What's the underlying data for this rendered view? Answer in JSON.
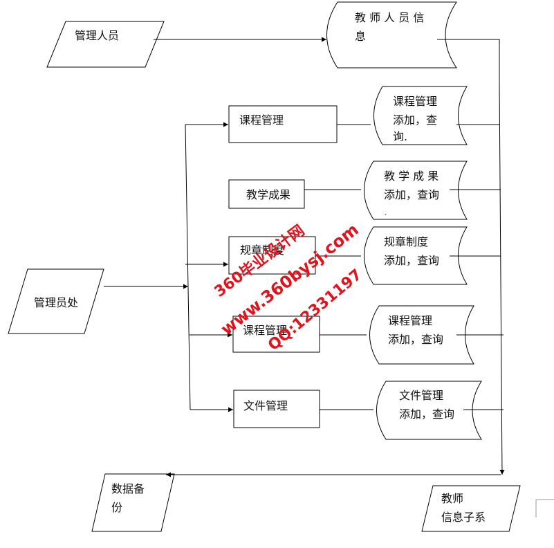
{
  "nodes": {
    "admin_staff": "管理人员",
    "teacher_info": [
      "教 师 人 员 信",
      "息"
    ],
    "course_mgmt_1": "课程管理",
    "teaching_results": "教学成果",
    "rules": "规章制度",
    "course_mgmt_2": "课程管理",
    "file_mgmt": "文件管理",
    "admin_office": "管理员处",
    "data_backup": [
      "数据备",
      "份"
    ],
    "teacher_subsystem": [
      "教师",
      "信息子系"
    ]
  },
  "stores": {
    "course_store_1": [
      "课程管理",
      "添加，查",
      "询."
    ],
    "results_store": [
      "教 学 成 果",
      "添加，查询",
      "."
    ],
    "rules_store": [
      "规章制度",
      "添加，查询"
    ],
    "course_store_2": [
      "课程管理",
      "添加，查询"
    ],
    "file_store": [
      "文件管理",
      "添加，查询"
    ]
  },
  "watermark": {
    "line1": "360毕业设计网",
    "line2": "www.360bysj.com",
    "line3": "QQ:12331197",
    "color": "#e0141e"
  }
}
